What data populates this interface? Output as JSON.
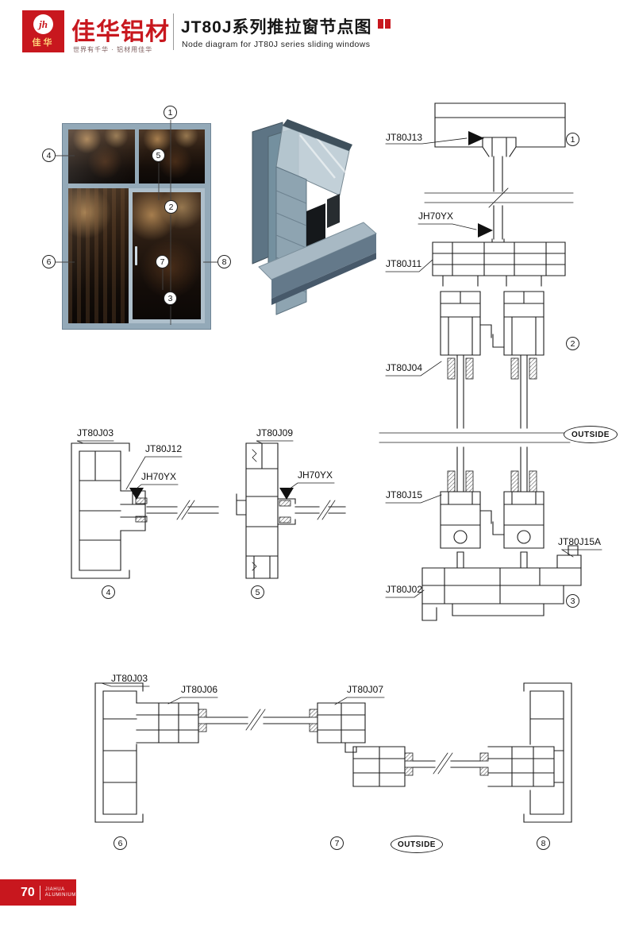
{
  "header": {
    "logo": {
      "monogram": "jh",
      "name_cn": "佳华"
    },
    "brand_cn": "佳华铝材",
    "tagline": "世界有千华 · 铝材用佳华",
    "title": "JT80J系列推拉窗节点图",
    "subtitle": "Node diagram for JT80J series sliding windows"
  },
  "callouts": {
    "n1": "1",
    "n2": "2",
    "n3": "3",
    "n4": "4",
    "n5": "5",
    "n6": "6",
    "n7": "7",
    "n8": "8"
  },
  "labels": {
    "vs_jt80j13": "JT80J13",
    "vs_jh70yx": "JH70YX",
    "vs_jt80j11": "JT80J11",
    "vs_jt80j04": "JT80J04",
    "vs_outside": "OUTSIDE",
    "vs_jt80j15": "JT80J15",
    "vs_jt80j15a": "JT80J15A",
    "vs_jt80j02": "JT80J02",
    "s4_jt80j03": "JT80J03",
    "s4_jt80j12": "JT80J12",
    "s4_jh70yx": "JH70YX",
    "s5_jt80j09": "JT80J09",
    "s5_jh70yx": "JH70YX",
    "bs_jt80j03": "JT80J03",
    "bs_jt80j06": "JT80J06",
    "bs_jt80j07": "JT80J07",
    "bs_outside": "OUTSIDE"
  },
  "footer": {
    "page": "70",
    "brand_line1": "JIAHUA",
    "brand_line2": "ALUMINIUM"
  }
}
